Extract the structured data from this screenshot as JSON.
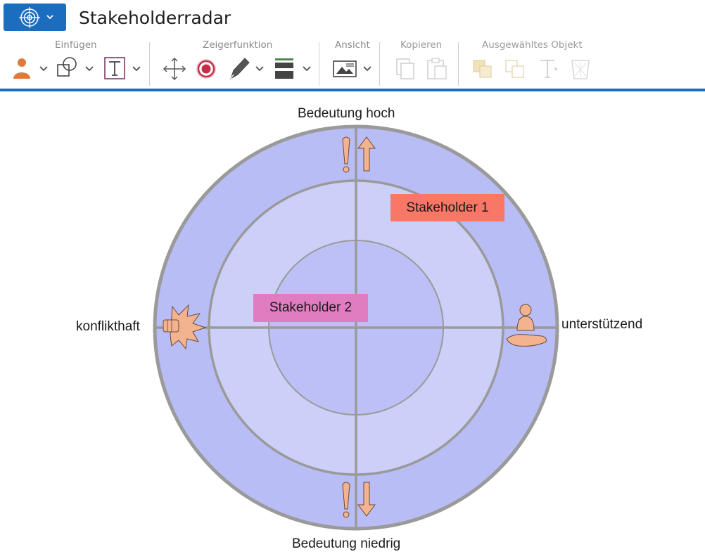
{
  "app": {
    "title": "Stakeholderradar"
  },
  "ribbon": {
    "groups": [
      {
        "label": "Einfügen"
      },
      {
        "label": "Zeigerfunktion"
      },
      {
        "label": "Ansicht"
      },
      {
        "label": "Kopieren"
      },
      {
        "label": "Ausgewähltes Objekt"
      }
    ]
  },
  "radar": {
    "top_label": "Bedeutung hoch",
    "bottom_label": "Bedeutung niedrig",
    "left_label": "konflikthaft",
    "right_label": "unterstützend",
    "stakeholders": [
      {
        "label": "Stakeholder 1",
        "color": "#f87766"
      },
      {
        "label": "Stakeholder 2",
        "color": "#e07cc0"
      }
    ]
  },
  "colors": {
    "accent": "#1a6dbf",
    "outer_ring": "#b9bdf6",
    "middle_ring": "#ccd0f8",
    "inner_ring": "#bcc0f6",
    "ring_stroke": "#9a9a9a",
    "icon_orange": "#e07a3c",
    "icon_peach": "#f4b38f"
  }
}
